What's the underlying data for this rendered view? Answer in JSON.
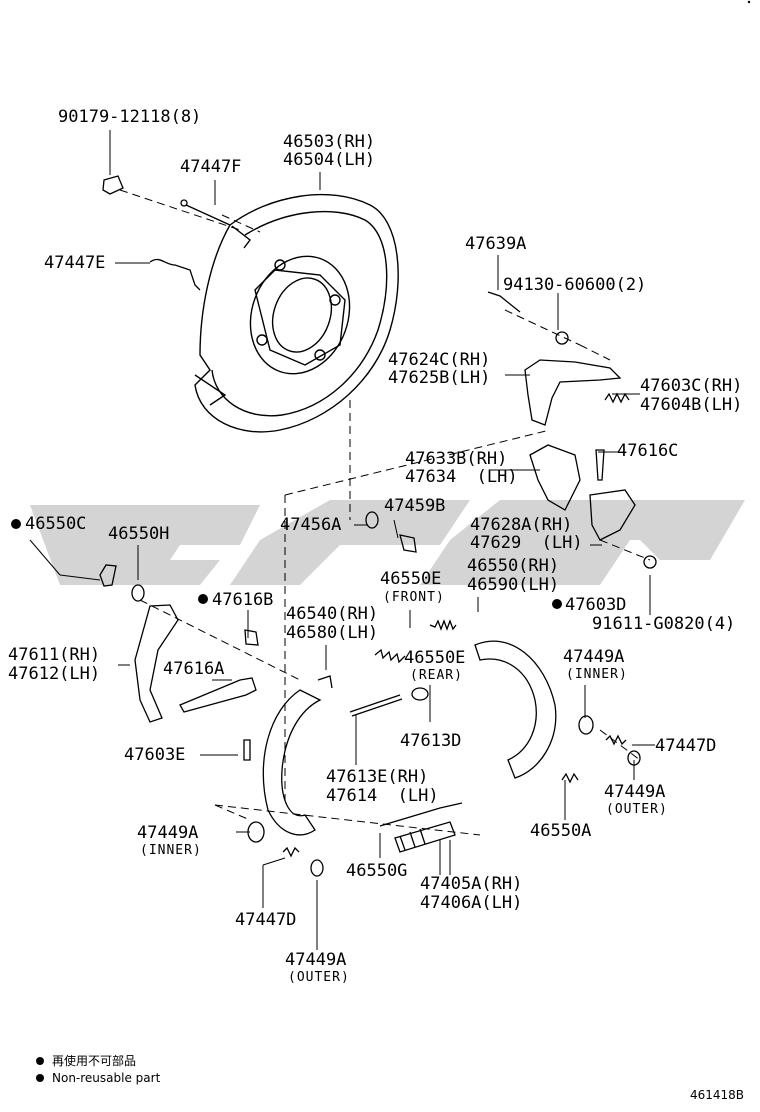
{
  "parts": {
    "p90179": "90179-12118(8)",
    "p46503": "46503(RH)",
    "p46504": "46504(LH)",
    "p47447F": "47447F",
    "p47447E": "47447E",
    "p47639A": "47639A",
    "p94130": "94130-60600(2)",
    "p47624C": "47624C(RH)",
    "p47625B": "47625B(LH)",
    "p47603C": "47603C(RH)",
    "p47604B": "47604B(LH)",
    "p47633B": "47633B(RH)",
    "p47634": "47634  (LH)",
    "p47616C": "47616C",
    "p47459B": "47459B",
    "p47456A": "47456A",
    "p46550C": "46550C",
    "p46550H": "46550H",
    "p47628A": "47628A(RH)",
    "p47629": "47629  (LH)",
    "p46550Efront": "46550E",
    "front": "(FRONT)",
    "p46550": "46550(RH)",
    "p46590": "46590(LH)",
    "p47616B": "47616B",
    "p47603D_r": "47603D",
    "p91611": "91611-G0820(4)",
    "p46540": "46540(RH)",
    "p46580": "46580(LH)",
    "p47611": "47611(RH)",
    "p47612": "47612(LH)",
    "p47616A": "47616A",
    "p46550Erear": "46550E",
    "rear": "(REAR)",
    "p47449A_inner_r": "47449A",
    "inner_r": "(INNER)",
    "p47613D": "47613D",
    "p47447D_r": "47447D",
    "p47603E": "47603E",
    "p47613E": "47613E(RH)",
    "p47614": "47614  (LH)",
    "p47449A_outer_r": "47449A",
    "outer_r": "(OUTER)",
    "p46550A": "46550A",
    "p47449A_inner_l": "47449A",
    "inner_l": "(INNER)",
    "p46550G": "46550G",
    "p47405A": "47405A(RH)",
    "p47406A": "47406A(LH)",
    "p47447D_l": "47447D",
    "p47449A_outer_l": "47449A",
    "outer_l": "(OUTER)"
  },
  "legend": {
    "line1": "再使用不可部品",
    "line2": "Non-reusable part"
  },
  "diagram_code": "461418B",
  "colors": {
    "ink": "#000000",
    "watermark": "#d0d0d0"
  }
}
